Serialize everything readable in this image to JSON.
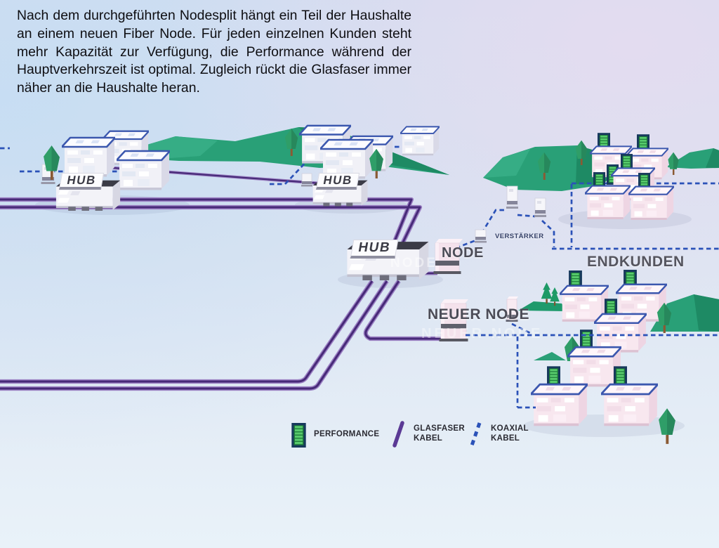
{
  "intro": {
    "text": "Nach dem durchgeführten Nodesplit hängt ein Teil der Haushalte an einem neuen Fiber Node. Für jeden einzelnen Kunden steht mehr Kapazität zur Verfügung, die Performance während der Hauptverkehrszeit ist optimal. Zugleich rückt die Glasfaser immer näher an die Haushalte heran."
  },
  "diagram": {
    "hub1_label": "HUB",
    "hub2_label": "HUB",
    "hub3_label": "HUB",
    "node_label": "NODE",
    "neuer_node_label": "NEUER NODE",
    "verstaerker_label": "VERSTÄRKER",
    "endkunden_label": "ENDKUNDEN"
  },
  "legend": {
    "items": [
      {
        "icon": "performance-bar-icon",
        "label": "PERFORMANCE"
      },
      {
        "icon": "fiber-cable-icon",
        "label": "GLASFASER\nKABEL"
      },
      {
        "icon": "coax-cable-icon",
        "label": "KOAXIAL\nKABEL"
      }
    ]
  },
  "colors": {
    "fiber_cable": "#472a78",
    "coax_cable": "#2b52b8",
    "performance_green": "#57cb6c",
    "hill_green": "#29a077",
    "background_blue": "#c8def2",
    "background_lavender": "#e5def0"
  }
}
